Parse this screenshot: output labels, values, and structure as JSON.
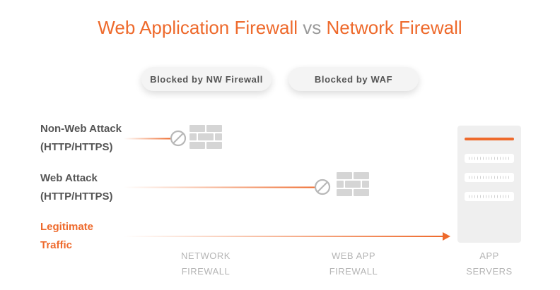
{
  "title": {
    "part1": "Web Application Firewall",
    "vs": "vs",
    "part2": "Network Firewall"
  },
  "pills": {
    "nw": "Blocked by NW Firewall",
    "waf": "Blocked by WAF"
  },
  "rows": [
    {
      "line1": "Non-Web Attack",
      "line2": "(HTTP/HTTPS)"
    },
    {
      "line1": "Web Attack",
      "line2": "(HTTP/HTTPS)"
    },
    {
      "line1": "Legitimate",
      "line2": "Traffic"
    }
  ],
  "columns": [
    {
      "line1": "NETWORK",
      "line2": "FIREWALL"
    },
    {
      "line1": "WEB APP",
      "line2": "FIREWALL"
    },
    {
      "line1": "APP",
      "line2": "SERVERS"
    }
  ],
  "colors": {
    "accent": "#ee6a2c",
    "gray": "#d5d5d5",
    "text": "#555555",
    "muted": "#b5b5b5"
  },
  "icons": [
    "blocked-icon",
    "brick-wall-icon",
    "server-icon",
    "arrow-right-icon"
  ]
}
